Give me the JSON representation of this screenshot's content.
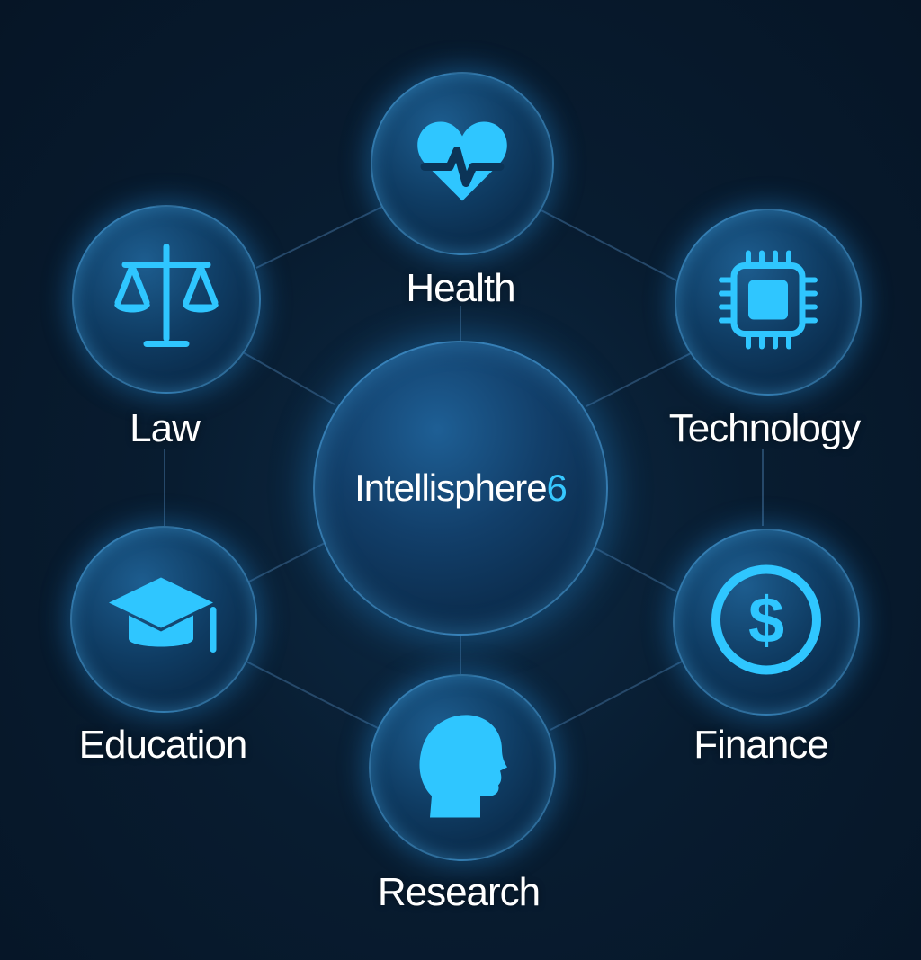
{
  "hub": {
    "title": "Intellisphere",
    "title_suffix": "6"
  },
  "nodes": {
    "health": {
      "label": "Health",
      "icon": "heart-pulse-icon"
    },
    "law": {
      "label": "Law",
      "icon": "scales-icon"
    },
    "technology": {
      "label": "Technology",
      "icon": "chip-icon"
    },
    "education": {
      "label": "Education",
      "icon": "graduation-cap-icon"
    },
    "finance": {
      "label": "Finance",
      "icon": "dollar-coin-icon"
    },
    "research": {
      "label": "Research",
      "icon": "head-profile-icon"
    }
  },
  "colors": {
    "accent": "#37c8ff",
    "icon": "#2fc6ff",
    "background": "#071a2d",
    "connector": "#2a4e70"
  }
}
